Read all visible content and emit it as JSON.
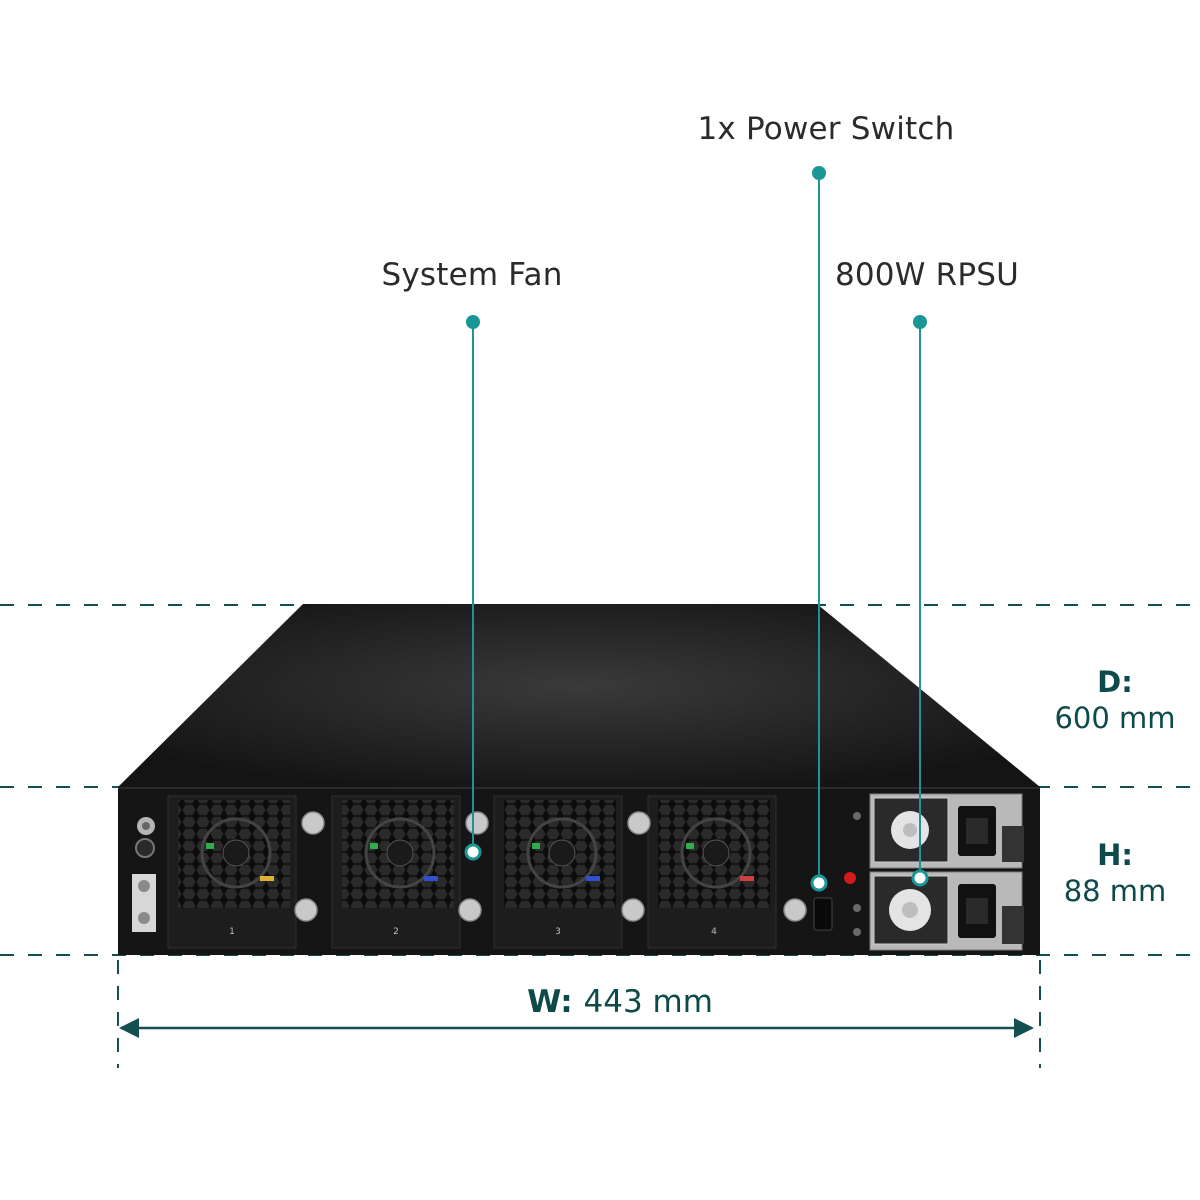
{
  "callouts": {
    "power_switch": "1x Power Switch",
    "system_fan": "System Fan",
    "rpsu": "800W RPSU"
  },
  "dimensions": {
    "depth": {
      "key": "D:",
      "value": "600 mm"
    },
    "height": {
      "key": "H:",
      "value": "88 mm"
    },
    "width": {
      "key": "W:",
      "value": "443 mm"
    }
  },
  "fan_labels": [
    "1",
    "2",
    "3",
    "4"
  ],
  "colors": {
    "callout_line": "#1a9696",
    "dimension_line": "#14504f",
    "dimension_text": "#0f4a4a",
    "chassis": "#151515"
  }
}
